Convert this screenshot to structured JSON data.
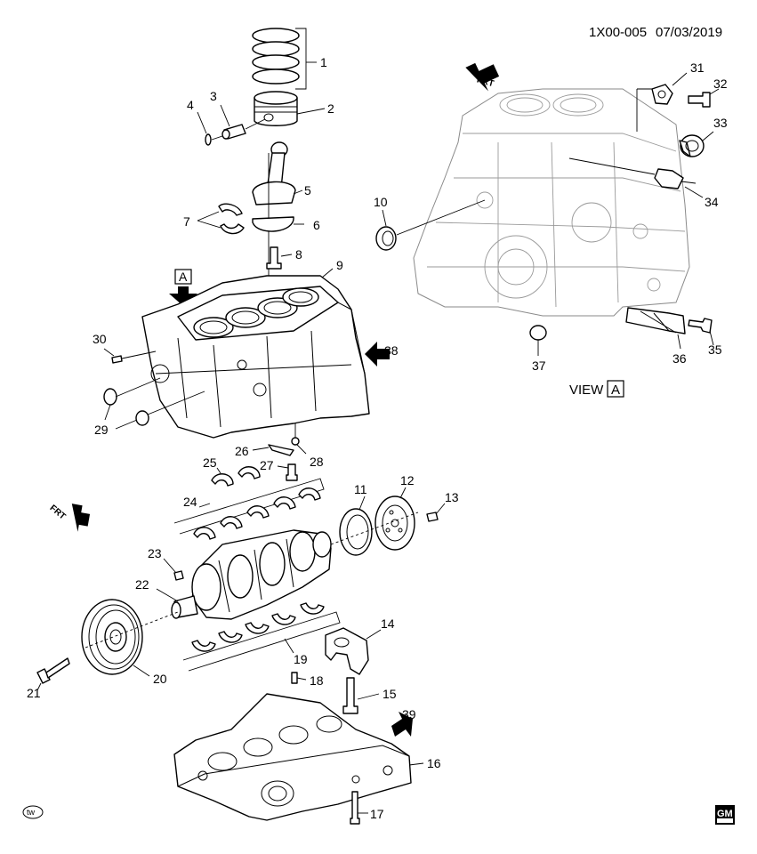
{
  "header": {
    "diagram_id": "1X00-005",
    "date": "07/03/2019"
  },
  "labels": {
    "direction_front": "FRT",
    "view_word": "VIEW",
    "view_letter": "A",
    "view_marker": "A",
    "tw_badge": "tw",
    "gm_logo": "GM"
  },
  "parts": [
    "1",
    "2",
    "3",
    "4",
    "5",
    "6",
    "7",
    "8",
    "9",
    "10",
    "11",
    "12",
    "13",
    "14",
    "15",
    "16",
    "17",
    "18",
    "19",
    "20",
    "21",
    "22",
    "23",
    "24",
    "25",
    "26",
    "27",
    "28",
    "29",
    "30",
    "31",
    "32",
    "33",
    "34",
    "35",
    "36",
    "37",
    "38",
    "39"
  ]
}
